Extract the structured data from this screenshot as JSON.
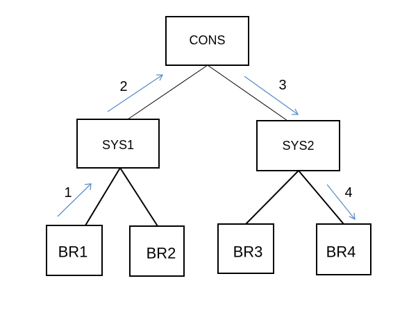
{
  "nodes": {
    "cons": "CONS",
    "sys1": "SYS1",
    "sys2": "SYS2",
    "br1": "BR1",
    "br2": "BR2",
    "br3": "BR3",
    "br4": "BR4"
  },
  "steps": {
    "step1": "1",
    "step2": "2",
    "step3": "3",
    "step4": "4"
  },
  "colors": {
    "arrow": "#5b8fc7",
    "box_border": "#000000",
    "background": "#ffffff"
  }
}
